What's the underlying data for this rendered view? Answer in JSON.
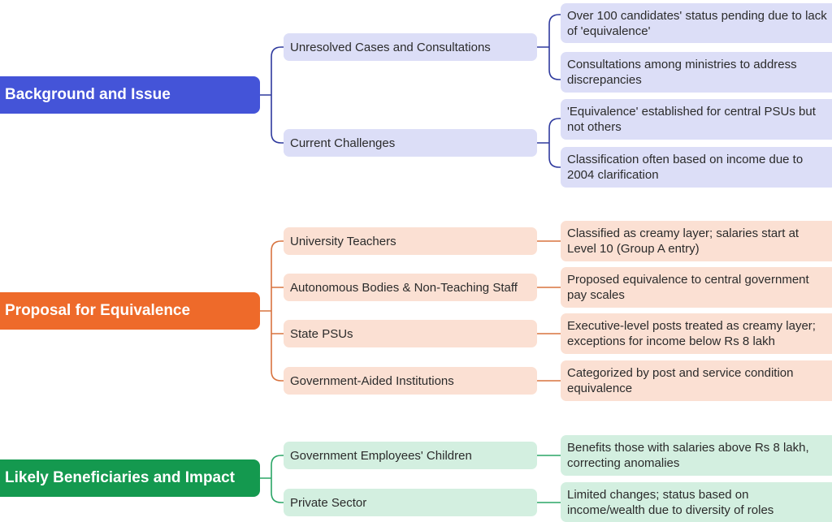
{
  "colors": {
    "blue_root": "#4454d8",
    "blue_mid": "#dcdef7",
    "blue_line": "#2f3a9e",
    "orange_root": "#ee6a2a",
    "orange_mid": "#fbe0d3",
    "orange_line": "#d8733f",
    "green_root": "#14994f",
    "green_mid": "#d3efe0",
    "green_line": "#2aa566"
  },
  "sections": [
    {
      "title": "Background and Issue",
      "branches": [
        {
          "label": "Unresolved Cases and Consultations",
          "details": [
            "Over 100 candidates' status pending due to lack of 'equivalence'",
            "Consultations among ministries to address discrepancies"
          ]
        },
        {
          "label": "Current Challenges",
          "details": [
            "'Equivalence' established for central PSUs but not others",
            "Classification often based on income due to 2004 clarification"
          ]
        }
      ]
    },
    {
      "title": "Proposal for Equivalence",
      "branches": [
        {
          "label": "University Teachers",
          "details": [
            "Classified as creamy layer; salaries start at Level 10 (Group A entry)"
          ]
        },
        {
          "label": "Autonomous Bodies & Non-Teaching Staff",
          "details": [
            "Proposed equivalence to central government pay scales"
          ]
        },
        {
          "label": "State PSUs",
          "details": [
            "Executive-level posts treated as creamy layer; exceptions for income below Rs 8 lakh"
          ]
        },
        {
          "label": "Government-Aided Institutions",
          "details": [
            "Categorized by post and service condition equivalence"
          ]
        }
      ]
    },
    {
      "title": "Likely Beneficiaries and Impact",
      "branches": [
        {
          "label": "Government Employees' Children",
          "details": [
            "Benefits those with salaries above Rs 8 lakh, correcting anomalies"
          ]
        },
        {
          "label": "Private Sector",
          "details": [
            "Limited changes; status based on income/wealth due to diversity of roles"
          ]
        }
      ]
    }
  ]
}
